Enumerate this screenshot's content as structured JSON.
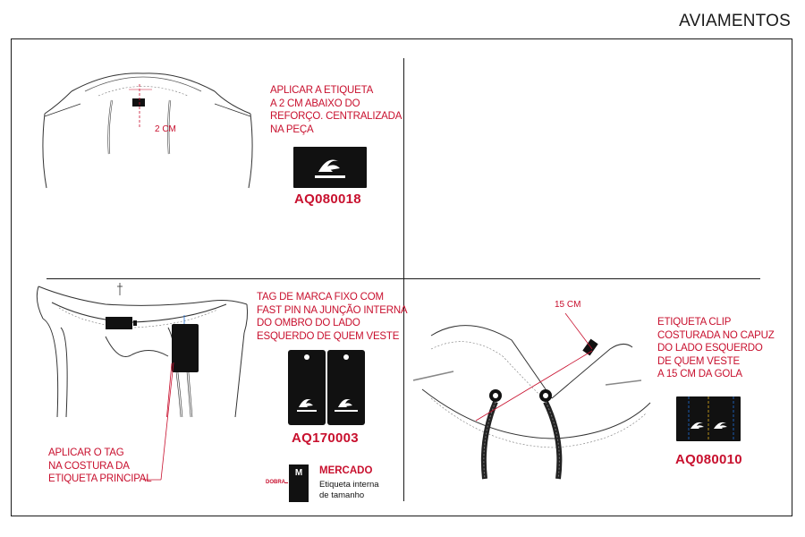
{
  "page": {
    "title": "AVIAMENTOS"
  },
  "panel_top_left": {
    "instruction": [
      "APLICAR A ETIQUETA",
      "A 2 CM ABAIXO DO",
      "REFORÇO. CENTRALIZADA",
      "NA PEÇA"
    ],
    "dimension": "2 CM",
    "code": "AQ080018"
  },
  "panel_bottom_left": {
    "instruction": [
      "TAG DE MARCA FIXO COM",
      "FAST PIN NA JUNÇÃO INTERNA",
      "DO OMBRO DO LADO",
      "ESQUERDO DE QUEM VESTE"
    ],
    "callout": [
      "APLICAR O TAG",
      "NA COSTURA DA",
      "ETIQUETA PRINCIPAL"
    ],
    "code": "AQ170003",
    "size_label": {
      "fold_text": "DOBRA",
      "size": "M",
      "title": "MERCADO",
      "description": [
        "Etiqueta interna",
        "de tamanho"
      ]
    }
  },
  "panel_bottom_right": {
    "dimension": "15 CM",
    "instruction": [
      "ETIQUETA CLIP",
      "COSTURADA NO CAPUZ",
      "DO LADO ESQUERDO",
      "DE QUEM VESTE",
      "A 15 CM DA GOLA"
    ],
    "code": "AQ080010"
  },
  "colors": {
    "accent": "#c8102e",
    "ink": "#1a1a1a",
    "label": "#111111"
  },
  "icons": {
    "brand_logo": "wave-mountain-logo-icon"
  }
}
